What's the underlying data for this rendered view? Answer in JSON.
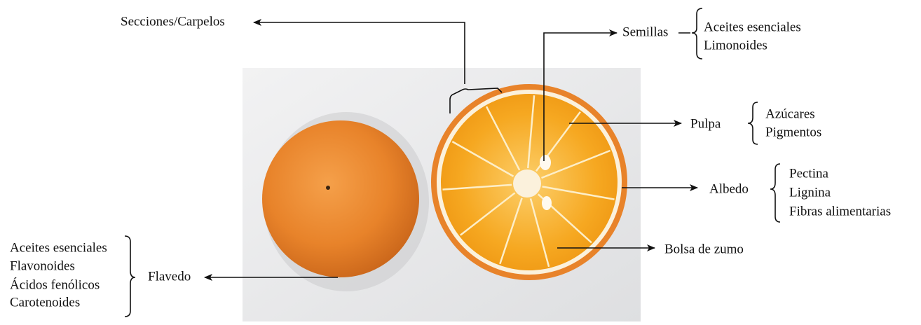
{
  "labels": {
    "sections": "Secciones/Carpelos",
    "seeds": "Semillas",
    "pulp": "Pulpa",
    "albedo": "Albedo",
    "juice_sac": "Bolsa de zumo",
    "flavedo": "Flavedo"
  },
  "seed_compounds": [
    "Aceites esenciales",
    "Limonoides"
  ],
  "pulp_compounds": [
    "Azúcares",
    "Pigmentos"
  ],
  "albedo_compounds": [
    "Pectina",
    "Lignina",
    "Fibras alimentarias"
  ],
  "flavedo_compounds": [
    "Aceites esenciales",
    "Flavonoides",
    "Ácidos fenólicos",
    "Carotenoides"
  ],
  "colors": {
    "peel": "#e8832a",
    "flesh": "#f6a821",
    "pith": "#fbf1dc",
    "background_photo": "#ebebec"
  }
}
